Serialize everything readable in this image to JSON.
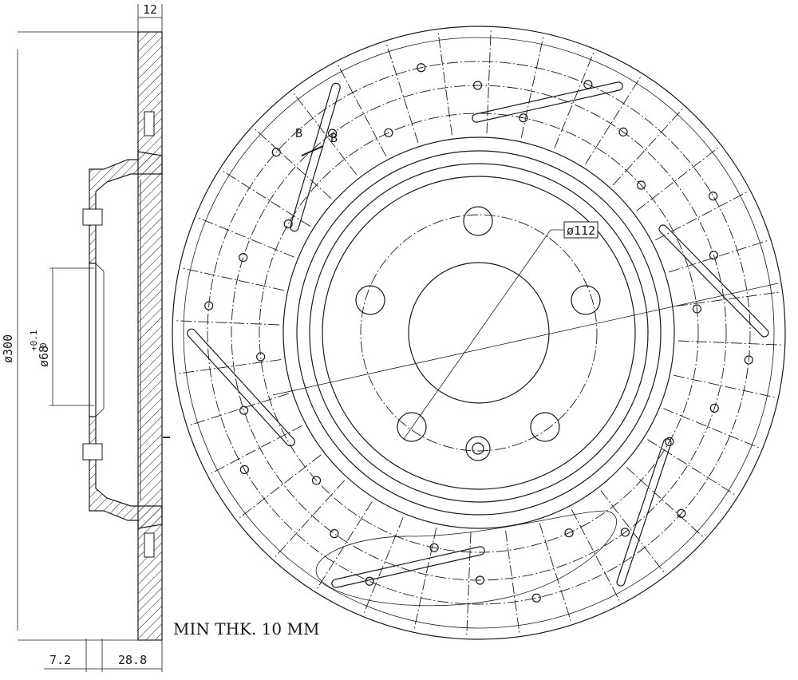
{
  "side_view": {
    "dimensions": {
      "thickness_top": "12",
      "outer_diameter": "ø300",
      "center_bore": "ø68",
      "bore_tol_upper": "+0.1",
      "bore_tol_lower": "0",
      "offset": "7.2",
      "overall_height": "28.8"
    },
    "note": "MIN THK. 10 MM"
  },
  "front_view": {
    "bolt_circle": "ø112",
    "section_marks": [
      "B",
      "B"
    ]
  }
}
